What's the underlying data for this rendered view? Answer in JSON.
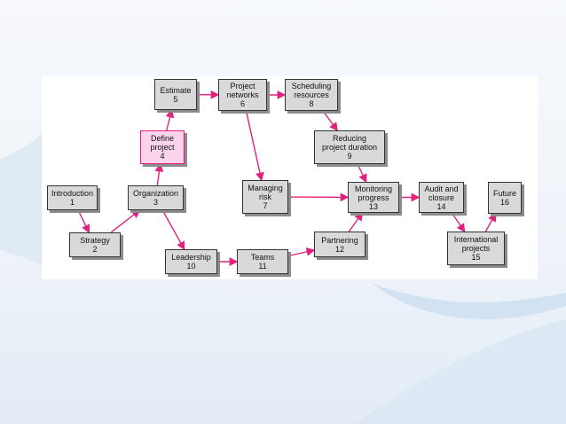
{
  "diagram": {
    "nodes": [
      {
        "id": "introduction",
        "label": "Introduction",
        "num": "1"
      },
      {
        "id": "strategy",
        "label": "Strategy",
        "num": "2"
      },
      {
        "id": "organization",
        "label": "Organization",
        "num": "3"
      },
      {
        "id": "define-project",
        "label": "Define\nproject",
        "num": "4",
        "highlight": true
      },
      {
        "id": "estimate",
        "label": "Estimate",
        "num": "5"
      },
      {
        "id": "project-networks",
        "label": "Project\nnetworks",
        "num": "6"
      },
      {
        "id": "managing-risk",
        "label": "Managing\nrisk",
        "num": "7"
      },
      {
        "id": "scheduling-resources",
        "label": "Scheduling\nresources",
        "num": "8"
      },
      {
        "id": "reducing-project-duration",
        "label": "Reducing\nproject duration",
        "num": "9"
      },
      {
        "id": "leadership",
        "label": "Leadership",
        "num": "10"
      },
      {
        "id": "teams",
        "label": "Teams",
        "num": "11"
      },
      {
        "id": "partnering",
        "label": "Partnering",
        "num": "12"
      },
      {
        "id": "monitoring-progress",
        "label": "Monitoring\nprogress",
        "num": "13"
      },
      {
        "id": "audit-and-closure",
        "label": "Audit and\nclosure",
        "num": "14"
      },
      {
        "id": "international-projects",
        "label": "International\nprojects",
        "num": "15"
      },
      {
        "id": "future",
        "label": "Future",
        "num": "16"
      }
    ],
    "edges": [
      {
        "from": "introduction",
        "to": "strategy"
      },
      {
        "from": "strategy",
        "to": "organization"
      },
      {
        "from": "organization",
        "to": "define-project"
      },
      {
        "from": "define-project",
        "to": "estimate"
      },
      {
        "from": "estimate",
        "to": "project-networks"
      },
      {
        "from": "project-networks",
        "to": "scheduling-resources"
      },
      {
        "from": "project-networks",
        "to": "managing-risk"
      },
      {
        "from": "scheduling-resources",
        "to": "reducing-project-duration"
      },
      {
        "from": "reducing-project-duration",
        "to": "monitoring-progress"
      },
      {
        "from": "managing-risk",
        "to": "monitoring-progress"
      },
      {
        "from": "organization",
        "to": "leadership"
      },
      {
        "from": "leadership",
        "to": "teams"
      },
      {
        "from": "teams",
        "to": "partnering"
      },
      {
        "from": "partnering",
        "to": "monitoring-progress"
      },
      {
        "from": "monitoring-progress",
        "to": "audit-and-closure"
      },
      {
        "from": "audit-and-closure",
        "to": "international-projects"
      },
      {
        "from": "international-projects",
        "to": "future"
      }
    ]
  },
  "colors": {
    "arrow": "#e0217d",
    "box_fill": "#d9d9d9",
    "highlight_fill": "#fbd3ea",
    "background_swoosh": "#c9dcef"
  }
}
